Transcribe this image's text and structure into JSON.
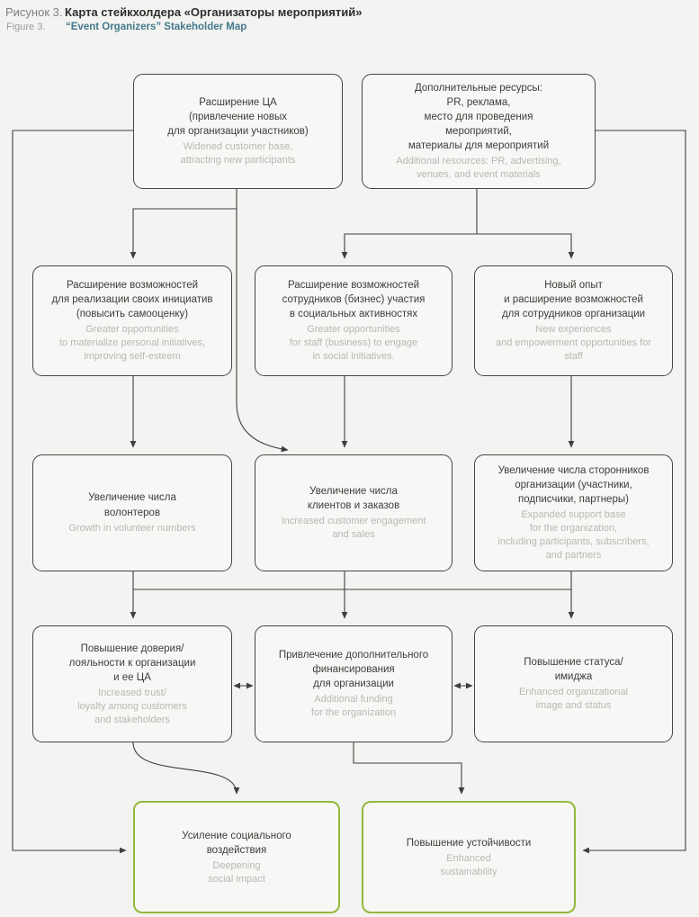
{
  "header": {
    "label_ru": "Рисунок 3.",
    "title_ru": "Карта стейкхолдера «Организаторы мероприятий»",
    "label_en": "Figure 3.",
    "title_en": "“Event Organizers” Stakeholder Map"
  },
  "colors": {
    "accent_green": "#94b83d",
    "title_teal": "#44798c",
    "node_border": "#454545",
    "text_primary": "#3d3d3b",
    "text_secondary": "#b7b7b4",
    "background": "#f3f3f1"
  },
  "nodes": {
    "widened_audience": {
      "ru": "Расширение ЦА\n(привлечение новых\nдля организации участников)",
      "en": "Widened customer base,\nattracting new participants"
    },
    "additional_resources": {
      "ru": "Дополнительные ресурсы:\nPR, реклама,\nместо для проведения\nмероприятий,\nматериалы для мероприятий",
      "en": "Additional resources: PR, advertising,\nvenues, and event materials"
    },
    "personal_initiatives": {
      "ru": "Расширение возможностей\nдля реализации своих инициатив\n(повысить самооценку)",
      "en": "Greater opportunities\nto materialize personal initiatives,\nimproving self-esteem"
    },
    "staff_engagement": {
      "ru": "Расширение возможностей\nсотрудников (бизнес) участия\nв социальных активностях",
      "en": "Greater opportunities\nfor staff (business) to engage\nin social initiatives."
    },
    "new_experience": {
      "ru": "Новый опыт\nи расширение возможностей\nдля сотрудников организации",
      "en": "New experiences\nand empowerment opportunities for\nstaff"
    },
    "volunteers": {
      "ru": "Увеличение числа\nволонтеров",
      "en": "Growth in volunteer numbers"
    },
    "customers": {
      "ru": "Увеличение числа\nклиентов и заказов",
      "en": "Increased customer engagement\nand sales"
    },
    "supporters": {
      "ru": "Увеличение числа сторонников\nорганизации (участники,\nподписчики, партнеры)",
      "en": "Expanded support base\nfor the organization,\nincluding participants, subscribers,\nand partners"
    },
    "trust": {
      "ru": "Повышение доверия/\nлояльности к организации\nи ее ЦА",
      "en": "Increased trust/\nloyalty among customers\nand stakeholders"
    },
    "funding": {
      "ru": "Привлечение дополнительного\nфинансирования\nдля организации",
      "en": "Additional funding\nfor the organization"
    },
    "status": {
      "ru": "Повышение статуса/\nимиджа",
      "en": "Enhanced organizational\nimage and status"
    },
    "social_impact": {
      "ru": "Усиление социального\nвоздействия",
      "en": "Deepening\nsocial impact"
    },
    "sustainability": {
      "ru": "Повышение устойчивости",
      "en": "Enhanced\nsustainability"
    }
  },
  "edges": [
    {
      "from": "widened_audience",
      "to": "personal_initiatives"
    },
    {
      "from": "widened_audience",
      "to": "customers"
    },
    {
      "from": "widened_audience",
      "to": "social_impact"
    },
    {
      "from": "additional_resources",
      "to": "staff_engagement"
    },
    {
      "from": "additional_resources",
      "to": "new_experience"
    },
    {
      "from": "additional_resources",
      "to": "sustainability"
    },
    {
      "from": "personal_initiatives",
      "to": "volunteers"
    },
    {
      "from": "staff_engagement",
      "to": "customers"
    },
    {
      "from": "new_experience",
      "to": "supporters"
    },
    {
      "from": "volunteers",
      "to": "trust"
    },
    {
      "from": "customers",
      "to": "funding"
    },
    {
      "from": "supporters",
      "to": "status"
    },
    {
      "from": "trust",
      "to": "funding",
      "bidirectional": true
    },
    {
      "from": "funding",
      "to": "status",
      "bidirectional": true
    },
    {
      "from": "trust",
      "to": "social_impact"
    },
    {
      "from": "funding",
      "to": "sustainability"
    }
  ]
}
